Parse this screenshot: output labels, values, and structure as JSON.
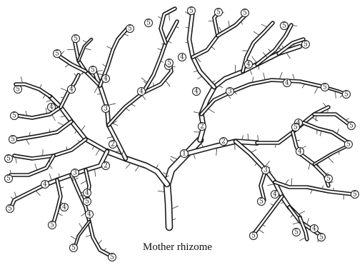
{
  "caption": "Mother rhizome",
  "labels": [
    "1",
    "2",
    "3",
    "4",
    "5"
  ],
  "colors": {
    "ink": "#1a1a1a",
    "paper": "#ffffff"
  }
}
